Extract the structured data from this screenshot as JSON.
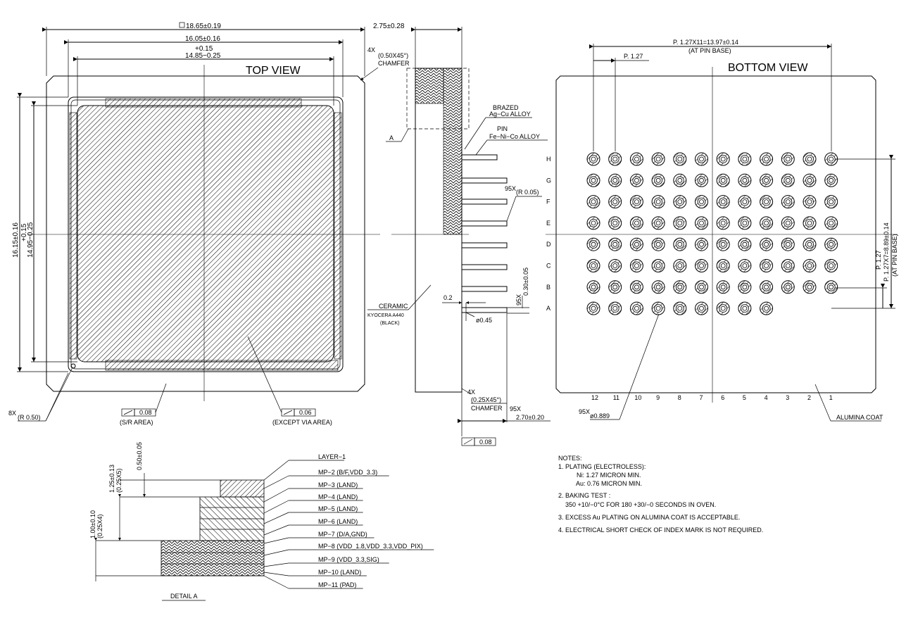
{
  "titles": {
    "top_view": "TOP VIEW",
    "bottom_view": "BOTTOM VIEW",
    "detail": "DETAIL A"
  },
  "top_dims": {
    "outer": "18.65±0.19",
    "mid": "16.05±0.16",
    "tol_plus": "+0.15",
    "inner": "14.85−0.25",
    "side_outer": "16.15±0.16",
    "side_tol": "+0.15",
    "side_inner": "14.95−0.25",
    "chamfer_count": "4X",
    "chamfer_val": "(0.50X45°)",
    "chamfer_label": "CHAMFER",
    "radius_count": "8X",
    "radius_val": "(R 0.50)",
    "flat1": "0.08",
    "flat1_note": "(S/R AREA)",
    "flat2": "0.06",
    "flat2_note": "(EXCEPT VIA AREA)"
  },
  "side": {
    "thickness": "2.75±0.28",
    "label_a": "A",
    "brazed": "BRAZED",
    "brazed_mat": "Ag−Cu ALLOY",
    "pin": "PIN",
    "pin_mat": "Fe−Ni−Co ALLOY",
    "pin_radius_count": "95X",
    "pin_radius": "(R 0.05)",
    "ceramic": "CERAMIC",
    "ceramic_mat": "KYOCERA A440",
    "ceramic_color": "(BLACK)",
    "dim_02": "0.2",
    "pin_dia": "ø0.45",
    "pin_h_count": "95X",
    "pin_h": "0.30±0.05",
    "chamfer_count": "4X",
    "chamfer_val": "(0.25X45°)",
    "chamfer_label": "CHAMFER",
    "pin_len_count": "95X",
    "pin_len": "2.70±0.20",
    "flat": "0.08"
  },
  "rows": [
    "H",
    "G",
    "F",
    "E",
    "D",
    "C",
    "B",
    "A"
  ],
  "bottom": {
    "pitch_total": "P. 1.27X11=13.97±0.14",
    "pitch_total_note": "(AT PIN BASE)",
    "pitch": "P. 1.27",
    "v_pitch_total": "P. 1.27X7=8.89±0.14",
    "v_pitch_note": "(AT PIN BASE)",
    "v_pitch": "P. 1.27",
    "pin_count": "95X",
    "pin_dia": "ø0.889",
    "coat": "ALUMINA COAT",
    "cols": [
      "12",
      "11",
      "10",
      "9",
      "8",
      "7",
      "6",
      "5",
      "4",
      "3",
      "2",
      "1"
    ]
  },
  "detail": {
    "d1": "0.50±0.05",
    "d2a": "1.25±0.13",
    "d2b": "(0.25X5)",
    "d3a": "1.00±0.10",
    "d3b": "(0.25X4)",
    "layers": [
      "LAYER−1",
      "MP−2  (B/F,VDD_3.3)",
      "MP−3  (LAND)",
      "MP−4  (LAND)",
      "MP−5  (LAND)",
      "MP−6  (LAND)",
      "MP−7  (D/A,GND)",
      "MP−8  (VDD_1.8,VDD_3.3,VDD_PIX)",
      "MP−9  (VDD_3.3,SIG)",
      "MP−10  (LAND)",
      "MP−11  (PAD)"
    ]
  },
  "notes": {
    "title": "NOTES:",
    "n1": "1. PLATING (ELECTROLESS):",
    "n1a": "Ni: 1.27 MICRON MIN.",
    "n1b": "Au: 0.76 MICRON MIN.",
    "n2": "2. BAKING TEST :",
    "n2a": "350 +10/−0°C FOR 180 +30/−0 SECONDS IN OVEN.",
    "n3": "3. EXCESS Au PLATING ON ALUMINA COAT IS ACCEPTABLE.",
    "n4": "4. ELECTRICAL SHORT CHECK OF INDEX MARK IS NOT REQUIRED."
  }
}
